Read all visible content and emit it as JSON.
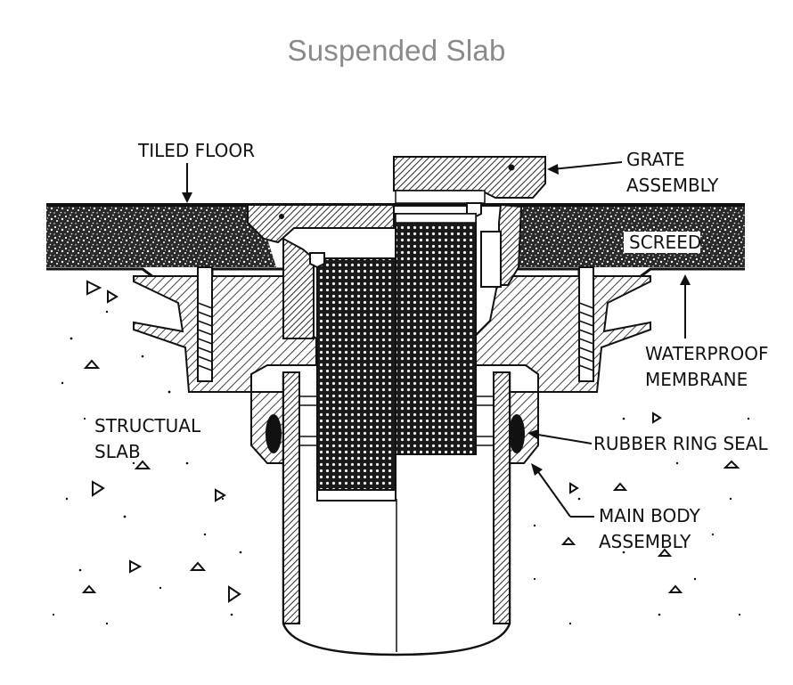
{
  "title": "Suspended Slab",
  "labels": {
    "tiled_floor": "TILED FLOOR",
    "grate_line1": "GRATE",
    "grate_line2": "ASSEMBLY",
    "screed": "SCREED",
    "waterproof_line1": "WATERPROOF",
    "waterproof_line2": "MEMBRANE",
    "structural_line1": "STRUCTUAL",
    "structural_line2": "SLAB",
    "rubber_ring_seal": "RUBBER RING SEAL",
    "main_body_line1": "MAIN BODY",
    "main_body_line2": "ASSEMBLY"
  },
  "colors": {
    "title": "#8a8a8a",
    "ink": "#111111"
  }
}
